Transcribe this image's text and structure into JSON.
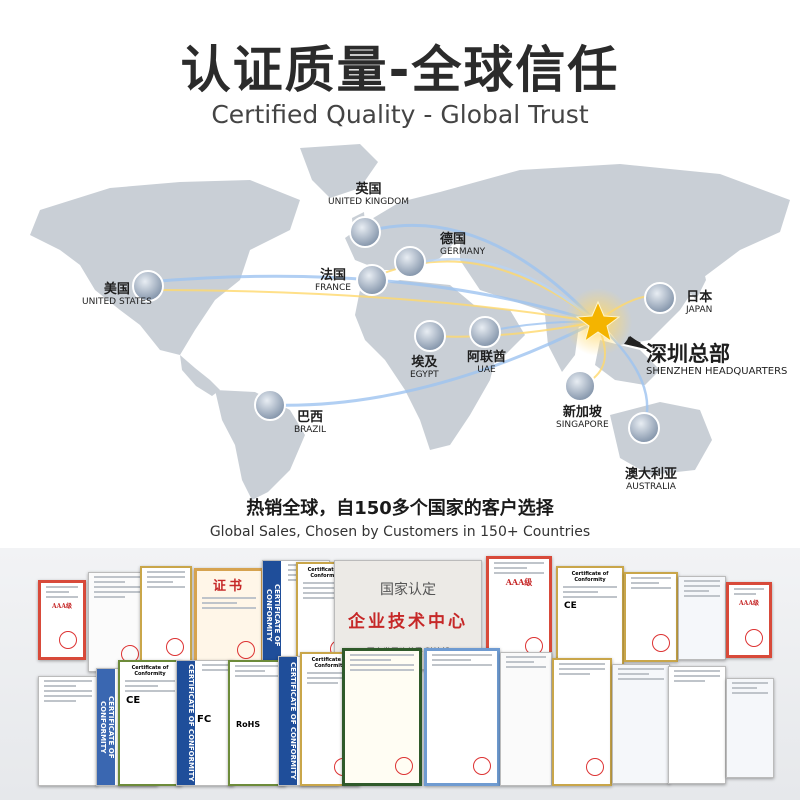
{
  "header": {
    "title_cn": "认证质量-全球信任",
    "title_en": "Certified Quality - Global Trust"
  },
  "map": {
    "locations": [
      {
        "cn": "英国",
        "en": "UNITED KINGDOM"
      },
      {
        "cn": "德国",
        "en": "GERMANY"
      },
      {
        "cn": "法国",
        "en": "FRANCE"
      },
      {
        "cn": "美国",
        "en": "UNITED STATES"
      },
      {
        "cn": "埃及",
        "en": "EGYPT"
      },
      {
        "cn": "阿联酋",
        "en": "UAE"
      },
      {
        "cn": "日本",
        "en": "JAPAN"
      },
      {
        "cn": "新加坡",
        "en": "SINGAPORE"
      },
      {
        "cn": "巴西",
        "en": "BRAZIL"
      },
      {
        "cn": "澳大利亚",
        "en": "AUSTRALIA"
      }
    ],
    "headquarters": {
      "cn": "深圳总部",
      "en": "SHENZHEN HEADQUARTERS"
    }
  },
  "slogan": {
    "cn": "热销全球，自150多个国家的客户选择",
    "en": "Global Sales, Chosen by Customers in 150+ Countries"
  },
  "certificates": {
    "cert_label": "证书",
    "conformity": "CERTIFICATE OF CONFORMITY",
    "conformity_title": "Certificate of Conformity",
    "national_title": "国家认定",
    "national_main": "企业技术中心",
    "national_sub": "国家发展改革委 科技部",
    "aaa": "AAA级",
    "ce": "CE",
    "fc": "FC",
    "rohs": "RoHS"
  },
  "colors": {
    "title": "#2b2b2b",
    "land": "#c9cfd6",
    "ocean": "#ffffff",
    "star": "#f4b400",
    "cert_red": "#c62828",
    "cert_blue": "#1f4e9a",
    "cert_green": "#6d8b3a"
  }
}
